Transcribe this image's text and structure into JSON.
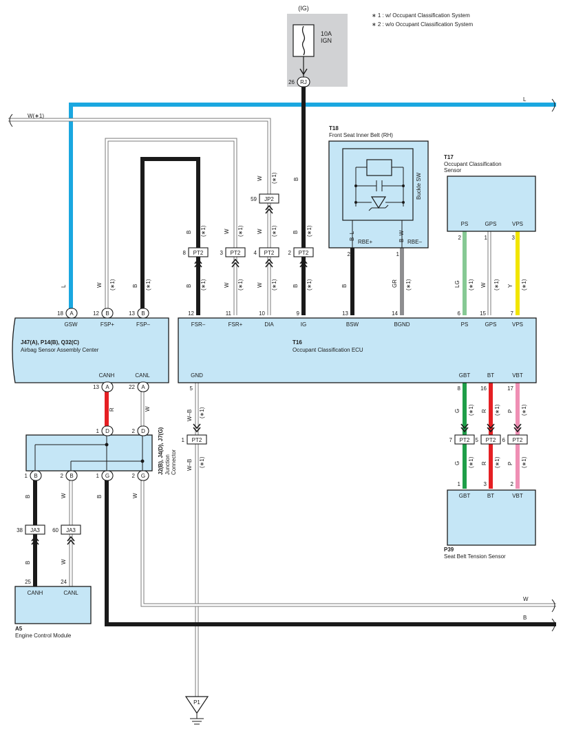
{
  "notes": [
    "∗ 1 : w/ Occupant Classification System",
    "∗ 2 : w/o Occupant Classification System"
  ],
  "fuse": {
    "supply": "(IG)",
    "rating": "10A",
    "name": "IGN",
    "conn": "RJ",
    "pin": "26"
  },
  "wires": {
    "l": "L",
    "w": "W",
    "b": "B",
    "gr": "GR",
    "lg": "LG",
    "y": "Y",
    "g": "G",
    "r": "R",
    "p": "P",
    "wb": "W–B",
    "star1": "(∗1)",
    "w_star1": "W(∗1)"
  },
  "connectors": {
    "pt2": "PT2",
    "jp2": "JP2",
    "ja3": "JA3"
  },
  "pins": {
    "jp2": "59",
    "pt2_fsr_minus": "8",
    "pt2_fsr_plus": "3",
    "pt2_dia": "4",
    "pt2_ig": "2",
    "pt2_gnd": "1",
    "pt2_gbt": "7",
    "pt2_bt": "5",
    "pt2_vbt": "6",
    "ja3_canh": "38",
    "ja3_canl": "60"
  },
  "t18": {
    "id": "T18",
    "name": "Front Seat Inner Belt (RH)",
    "sw": "Buckle SW",
    "rbe_plus": "RBE+",
    "rbe_minus": "RBE–",
    "bl": "B–L",
    "bw": "B–W",
    "pin_bsw": "2",
    "pin_bgnd": "1"
  },
  "t17": {
    "id": "T17",
    "name1": "Occupant Classification",
    "name2": "Sensor",
    "ps": "PS",
    "gps": "GPS",
    "vps": "VPS",
    "pin_ps": "2",
    "pin_gps": "1",
    "pin_vps": "3"
  },
  "airbag": {
    "id": "J47(A), P14(B), Q32(C)",
    "name": "Airbag Sensor Assembly Center",
    "canh": "CANH",
    "canl": "CANL",
    "pins": {
      "gsw": {
        "n": "18",
        "c": "A",
        "t": "GSW"
      },
      "fspp": {
        "n": "12",
        "c": "B",
        "t": "FSP+"
      },
      "fspm": {
        "n": "13",
        "c": "B",
        "t": "FSP–"
      },
      "canh": {
        "n": "13",
        "c": "A"
      },
      "canl": {
        "n": "22",
        "c": "A"
      }
    }
  },
  "t16": {
    "id": "T16",
    "name": "Occupant Classification ECU",
    "top": [
      {
        "n": "12",
        "t": "FSR–"
      },
      {
        "n": "11",
        "t": "FSR+"
      },
      {
        "n": "10",
        "t": "DIA"
      },
      {
        "n": "9",
        "t": "IG"
      },
      {
        "n": "13",
        "t": "BSW"
      },
      {
        "n": "14",
        "t": "BGND"
      },
      {
        "n": "6",
        "t": "PS"
      },
      {
        "n": "15",
        "t": "GPS"
      },
      {
        "n": "7",
        "t": "VPS"
      }
    ],
    "bottom": [
      {
        "n": "5",
        "t": "GND"
      },
      {
        "n": "8",
        "t": "GBT"
      },
      {
        "n": "16",
        "t": "BT"
      },
      {
        "n": "17",
        "t": "VBT"
      }
    ]
  },
  "p39": {
    "id": "P39",
    "name": "Seat Belt Tension Sensor",
    "gbt": "GBT",
    "bt": "BT",
    "vbt": "VBT",
    "pin_gbt": "1",
    "pin_bt": "3",
    "pin_vbt": "2"
  },
  "junction": {
    "id": "J2(B), J4(D), J7(G)",
    "name1": "Junction",
    "name2": "Connector",
    "top": [
      {
        "n": "1",
        "c": "D"
      },
      {
        "n": "2",
        "c": "D"
      }
    ],
    "bottom": [
      {
        "n": "1",
        "c": "B"
      },
      {
        "n": "2",
        "c": "B"
      },
      {
        "n": "1",
        "c": "G"
      },
      {
        "n": "2",
        "c": "G"
      }
    ]
  },
  "a5": {
    "id": "A5",
    "name": "Engine Control Module",
    "canh": "CANH",
    "canl": "CANL",
    "pin_canh": "25",
    "pin_canl": "24"
  },
  "ground": "P1"
}
